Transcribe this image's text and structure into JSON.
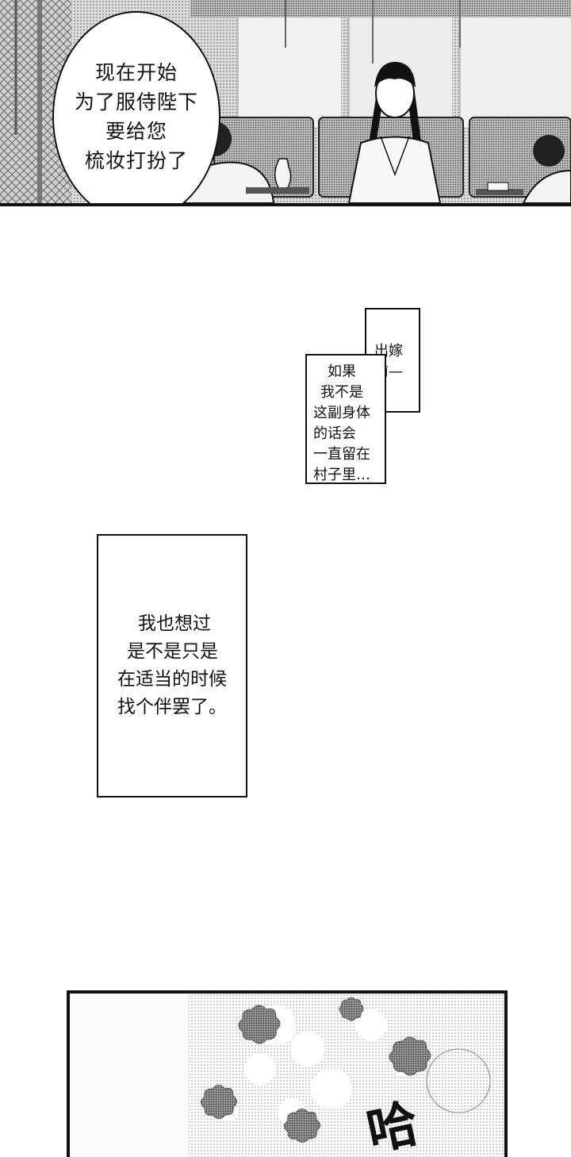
{
  "panel_top": {
    "speech_bubble": {
      "lines": [
        "现在开始",
        "为了服侍陛下",
        "要给您",
        "梳妆打扮了"
      ]
    }
  },
  "narration_a": {
    "lines": [
      "出嫁",
      "前—"
    ]
  },
  "narration_b": {
    "lines": [
      "如果",
      "我不是",
      "这副身体",
      "的话会",
      "一直留在",
      "村子里…"
    ]
  },
  "narration_c": {
    "lines": [
      "我也想过",
      "是不是只是",
      "在适当的时候",
      "找个伴罢了。"
    ]
  },
  "panel_bottom": {
    "sound_effect": "哈"
  }
}
